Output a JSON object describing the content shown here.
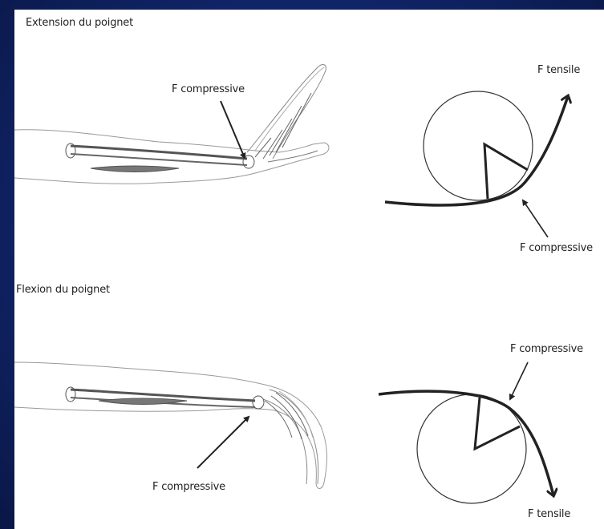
{
  "sections": {
    "extension": {
      "title": "Extension du poignet",
      "arm_label": "F compressive",
      "diagram_top_label": "F tensile",
      "diagram_bottom_label": "F compressive"
    },
    "flexion": {
      "title": "Flexion du poignet",
      "arm_label": "F compressive",
      "diagram_top_label": "F compressive",
      "diagram_bottom_label": "F tensile"
    }
  },
  "colors": {
    "background": "#10256a",
    "panel": "#ffffff",
    "ink": "#222222"
  }
}
